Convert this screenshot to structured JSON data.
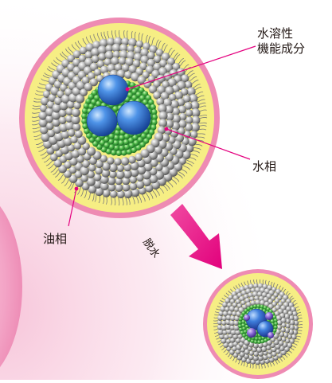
{
  "labels": {
    "water_soluble_line1": "水溶性",
    "water_soluble_line2": "機能成分",
    "water_phase": "水相",
    "oil_phase": "油相",
    "dehydration": "脱水"
  },
  "colors": {
    "outer_ring": "#ee8bb3",
    "oil_phase": "#f6ee84",
    "surfactant_bead": "#9a9a9a",
    "water_phase": "#3fa845",
    "soluble_droplet": "#2f6fcf",
    "arrow": "#e61e8c",
    "leader_line": "#e4007f",
    "background_blob": "#f3a4c6"
  },
  "icons": {
    "large_capsule": "reverse-micelle-large",
    "small_capsule": "reverse-micelle-small",
    "arrow": "down-right-arrow"
  }
}
